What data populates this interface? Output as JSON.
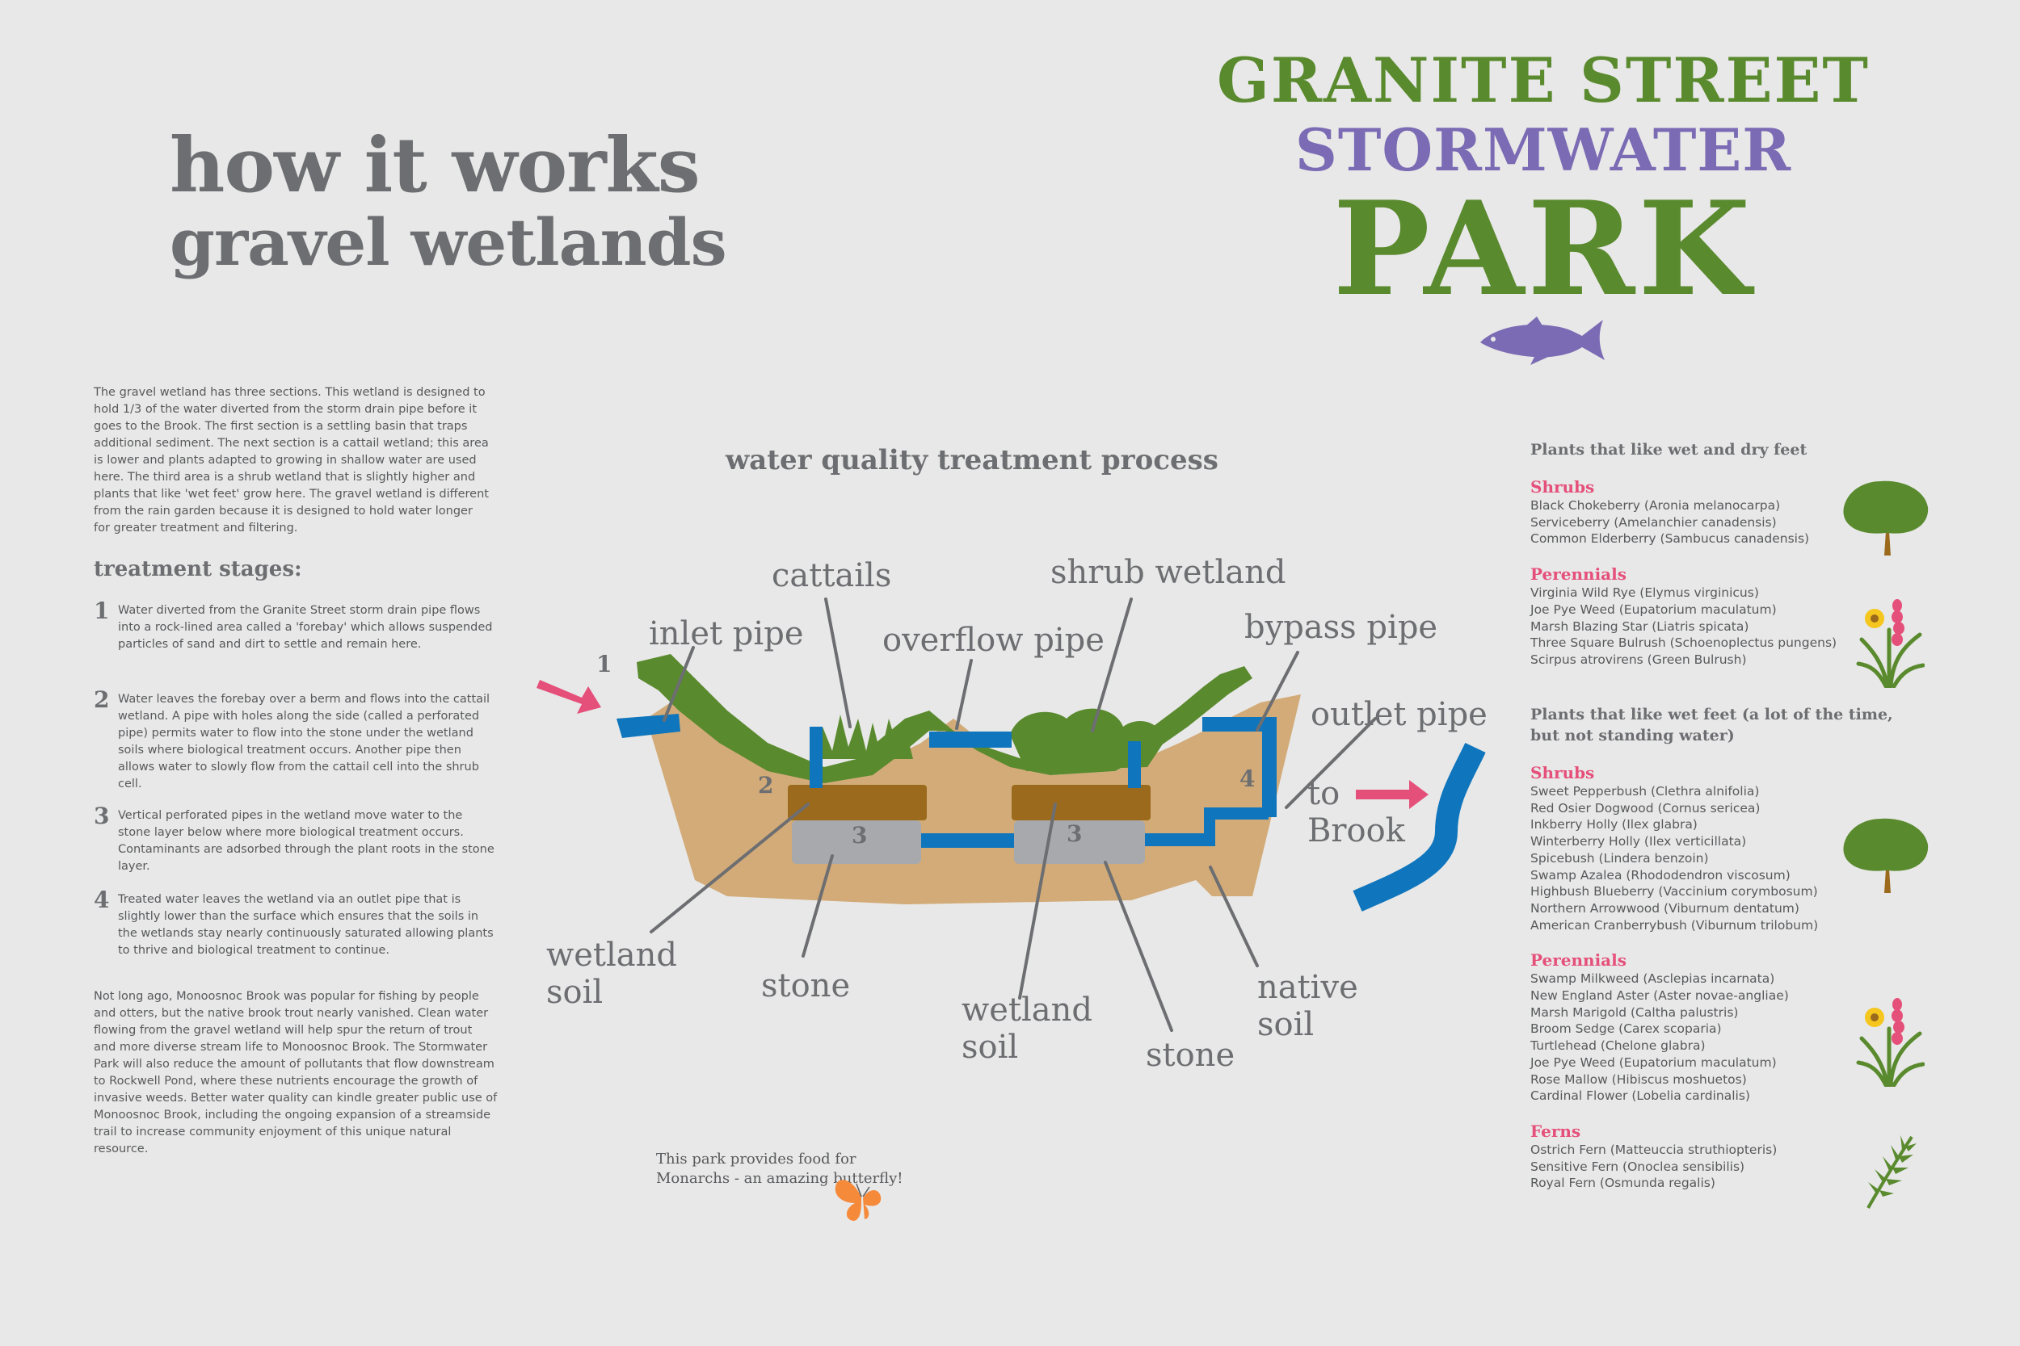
{
  "header": {
    "how_it_works": "how it works",
    "gravel_wetlands": "gravel wetlands",
    "title_line1": "GRANITE STREET",
    "title_line2": "STORMWATER",
    "title_line3": "PARK",
    "fish_icon": "trout-icon"
  },
  "intro_text": "The gravel wetland has three sections. This wetland is designed to hold 1/3 of the water diverted from the storm drain pipe before it goes to the Brook. The first section is a settling basin that traps additional sediment. The next section is a cattail wetland; this area is lower and plants adapted to growing in shallow water are used here. The third area is a shrub wetland that is slightly higher and plants that like 'wet feet' grow here. The gravel wetland is different from the rain garden because it is designed to hold water longer for greater treatment and filtering.",
  "stages": {
    "heading": "treatment stages:",
    "items": [
      {
        "num": "1",
        "text": "Water diverted from the Granite Street storm drain pipe flows into a rock-lined area called a 'forebay' which allows suspended particles of sand and dirt to settle and remain here."
      },
      {
        "num": "2",
        "text": "Water leaves the forebay over a berm and flows into the cattail wetland. A pipe with holes along the side (called a perforated pipe) permits water to flow into the stone under the wetland soils where biological treatment occurs. Another pipe then allows water to slowly flow from the cattail cell into the shrub cell."
      },
      {
        "num": "3",
        "text": "Vertical perforated pipes in the wetland move water to the stone layer below where more biological treatment occurs. Contaminants are adsorbed through the plant roots in the stone layer."
      },
      {
        "num": "4",
        "text": "Treated water leaves the wetland via an outlet pipe that is slightly lower than the surface which ensures that the soils in the wetlands stay nearly continuously saturated allowing plants to thrive and biological treatment to continue."
      }
    ]
  },
  "outro_text": "Not long ago, Monoosnoc Brook was popular for fishing by people and otters, but the native brook trout nearly vanished.  Clean water flowing from the gravel wetland will help spur the return of trout and more diverse stream life to Monoosnoc Brook.  The Stormwater Park will also reduce the amount of pollutants that flow downstream to Rockwell Pond, where these nutrients encourage the growth of invasive weeds.  Better water quality can kindle greater public use of Monoosnoc Brook, including the ongoing expansion of a streamside trail to increase community enjoyment of this unique natural resource.",
  "diagram": {
    "heading": "water quality treatment process",
    "labels": {
      "cattails": "cattails",
      "shrub_wetland": "shrub wetland",
      "inlet_pipe": "inlet pipe",
      "overflow_pipe": "overflow pipe",
      "bypass_pipe": "bypass pipe",
      "outlet_pipe": "outlet pipe",
      "to_brook": "to Brook",
      "wetland_soil_1": "wetland soil",
      "stone_1": "stone",
      "wetland_soil_2": "wetland soil",
      "stone_2": "stone",
      "native_soil": "native soil"
    },
    "numbers": {
      "n1": "1",
      "n2": "2",
      "n3a": "3",
      "n3b": "3",
      "n4": "4"
    },
    "colors": {
      "grass": "#5a8a2e",
      "soil": "#d2ab78",
      "wetland_soil": "#9b6a1c",
      "stone": "#a7a9ac",
      "pipe": "#0f75bc",
      "arrow": "#e5507a",
      "leader": "#6d6e71"
    }
  },
  "monarch": {
    "text": "This park provides food for Monarchs - an amazing butterfly!",
    "icon": "butterfly-icon",
    "color": "#f58a3b"
  },
  "plants": {
    "dry_heading": "Plants that like wet and dry feet",
    "dry_groups": [
      {
        "category": "Shrubs",
        "icon": "shrub-icon",
        "items": [
          "Black Chokeberry (Aronia melanocarpa)",
          "Serviceberry (Amelanchier canadensis)",
          "Common Elderberry (Sambucus canadensis)"
        ]
      },
      {
        "category": "Perennials",
        "icon": "flower-icon",
        "items": [
          "Virginia Wild Rye (Elymus virginicus)",
          "Joe Pye Weed (Eupatorium maculatum)",
          "Marsh Blazing Star (Liatris spicata)",
          "Three Square Bulrush (Schoenoplectus pungens)",
          "Scirpus atrovirens (Green Bulrush)"
        ]
      }
    ],
    "wet_heading": "Plants that like wet feet (a lot of the time, but not standing water)",
    "wet_groups": [
      {
        "category": "Shrubs",
        "icon": "shrub-icon",
        "items": [
          "Sweet Pepperbush (Clethra alnifolia)",
          "Red Osier Dogwood (Cornus sericea)",
          "Inkberry Holly (Ilex glabra)",
          "Winterberry Holly (Ilex verticillata)",
          "Spicebush (Lindera benzoin)",
          "Swamp Azalea (Rhododendron viscosum)",
          "Highbush Blueberry (Vaccinium corymbosum)",
          "Northern Arrowwood (Viburnum dentatum)",
          "American Cranberrybush (Viburnum trilobum)"
        ]
      },
      {
        "category": "Perennials",
        "icon": "flower-icon",
        "items": [
          "Swamp Milkweed (Asclepias incarnata)",
          "New England Aster (Aster novae-angliae)",
          "Marsh Marigold (Caltha palustris)",
          "Broom Sedge (Carex scoparia)",
          "Turtlehead (Chelone glabra)",
          "Joe Pye Weed (Eupatorium maculatum)",
          "Rose Mallow (Hibiscus moshuetos)",
          "Cardinal Flower (Lobelia cardinalis)"
        ]
      },
      {
        "category": "Ferns",
        "icon": "fern-icon",
        "items": [
          "Ostrich Fern (Matteuccia struthiopteris)",
          "Sensitive Fern (Onoclea sensibilis)",
          "Royal Fern (Osmunda regalis)"
        ]
      }
    ]
  }
}
